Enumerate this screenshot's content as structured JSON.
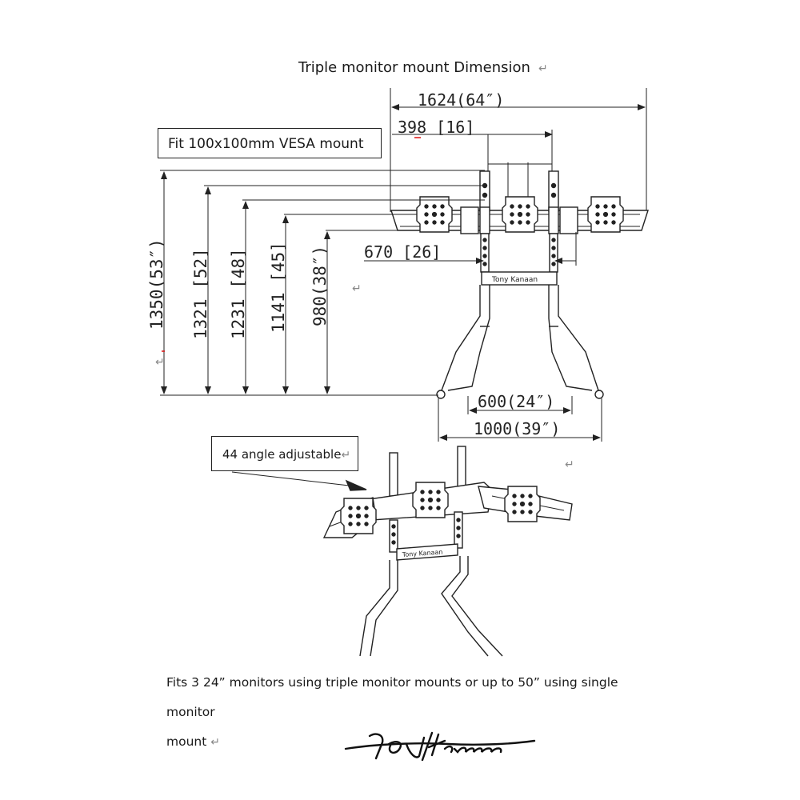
{
  "title": "Triple monitor mount Dimension",
  "return_mark": "↵",
  "vesa_label": "Fit 100x100mm VESA mount",
  "angle_label": "44 angle adjustable",
  "dimensions": {
    "overall_width": "1624(64″)",
    "clamp_spacing": "398 [16]",
    "arm_width": "670 [26]",
    "height_1350": "1350(53″)",
    "height_1321": "1321 [52]",
    "height_1231": "1231 [48]",
    "height_1141": "1141 [45]",
    "height_980": "980(38″)",
    "inner_base": "600(24″)",
    "outer_base": "1000(39″)"
  },
  "brand_plate": "Tony Kanaan",
  "caption_line1": "Fits 3 24” monitors using triple monitor mounts or up to 50” using single monitor",
  "caption_line2": "mount",
  "signature": "Tony Kanaan"
}
